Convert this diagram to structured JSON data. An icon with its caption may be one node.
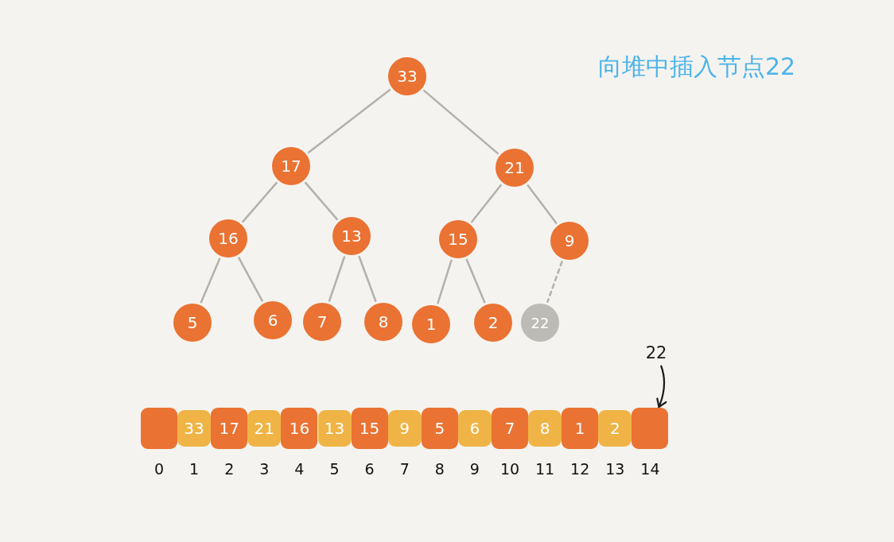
{
  "diagram": {
    "title": "向堆中插入节点22",
    "nodes": [
      {
        "text": [
          "33"
        ]
      },
      {
        "text": [
          "17"
        ]
      },
      {
        "text": [
          "21"
        ]
      },
      {
        "text": [
          "16"
        ]
      },
      {
        "text": [
          "13"
        ]
      },
      {
        "text": [
          "15"
        ]
      },
      {
        "text": [
          "9"
        ]
      },
      {
        "text": [
          "5"
        ]
      },
      {
        "text": [
          "6"
        ]
      },
      {
        "text": [
          "7"
        ]
      },
      {
        "text": [
          "8"
        ]
      },
      {
        "text": [
          "1"
        ]
      },
      {
        "text": [
          "2"
        ]
      },
      {
        "text": [
          "22"
        ]
      },
      {
        "text": [
          "22"
        ]
      },
      {
        "text": [],
        "shape": "box",
        "beside": [
          "0"
        ]
      },
      {
        "text": [
          "33"
        ],
        "beside": [
          "1"
        ]
      },
      {
        "text": [
          "17"
        ],
        "beside": [
          "2"
        ]
      },
      {
        "text": [
          "21"
        ],
        "beside": [
          "3"
        ]
      },
      {
        "text": [
          "16"
        ],
        "beside": [
          "4"
        ]
      },
      {
        "text": [
          "13"
        ],
        "beside": [
          "5"
        ]
      },
      {
        "text": [
          "15"
        ],
        "beside": [
          "6"
        ]
      },
      {
        "text": [
          "9"
        ],
        "beside": [
          "7"
        ]
      },
      {
        "text": [
          "5"
        ],
        "beside": [
          "8"
        ]
      },
      {
        "text": [
          "6"
        ],
        "beside": [
          "9"
        ]
      },
      {
        "text": [
          "7"
        ],
        "beside": [
          "10"
        ]
      },
      {
        "text": [
          "8"
        ],
        "beside": [
          "11"
        ]
      },
      {
        "text": [
          "1"
        ],
        "beside": [
          "12"
        ]
      },
      {
        "text": [
          "2"
        ],
        "beside": [
          "13"
        ]
      },
      {
        "text": [],
        "shape": "box",
        "beside": [
          "14"
        ]
      }
    ],
    "edges": [
      {
        "from": 0,
        "to": 1,
        "arrow": "none"
      },
      {
        "from": 0,
        "to": 2,
        "arrow": "none"
      },
      {
        "from": 1,
        "to": 3,
        "arrow": "none"
      },
      {
        "from": 1,
        "to": 4,
        "arrow": "none"
      },
      {
        "from": 2,
        "to": 5,
        "arrow": "none"
      },
      {
        "from": 2,
        "to": 6,
        "arrow": "none"
      },
      {
        "from": 3,
        "to": 7,
        "arrow": "none"
      },
      {
        "from": 3,
        "to": 8,
        "arrow": "none"
      },
      {
        "from": 4,
        "to": 9,
        "arrow": "none"
      },
      {
        "from": 4,
        "to": 10,
        "arrow": "none"
      },
      {
        "from": 5,
        "to": 11,
        "arrow": "none"
      },
      {
        "from": 5,
        "to": 12,
        "arrow": "none"
      },
      {
        "from": 6,
        "to": 13,
        "arrow": "none",
        "style": "dashed"
      },
      {
        "from": 14,
        "to": 29,
        "arrow": "to",
        "color": "#1a1a1a"
      }
    ]
  }
}
